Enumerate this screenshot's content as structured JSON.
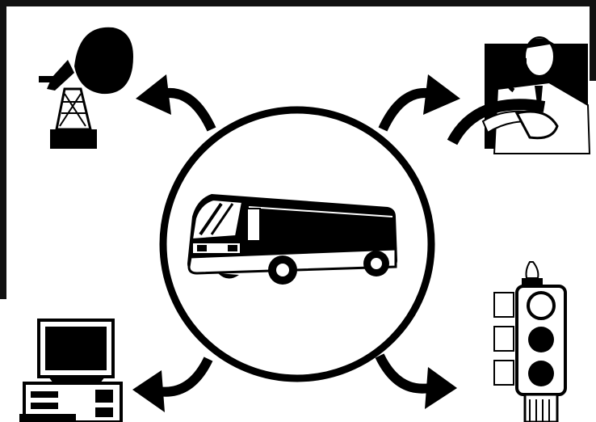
{
  "diagram": {
    "center": {
      "icon": "bus-icon"
    },
    "nodes": [
      {
        "id": "satellite",
        "icon": "satellite-dish-icon",
        "corner": "top-left"
      },
      {
        "id": "driver",
        "icon": "driver-phone-icon",
        "corner": "top-right"
      },
      {
        "id": "computer",
        "icon": "desktop-computer-icon",
        "corner": "bottom-left"
      },
      {
        "id": "traffic",
        "icon": "traffic-light-icon",
        "corner": "bottom-right"
      }
    ],
    "arrows": [
      {
        "from": "center",
        "to": "satellite"
      },
      {
        "from": "center",
        "to": "driver"
      },
      {
        "from": "center",
        "to": "computer"
      },
      {
        "from": "center",
        "to": "traffic"
      }
    ],
    "colors": {
      "ink": "#000000",
      "paper": "#ffffff",
      "frame": "#111111"
    }
  }
}
